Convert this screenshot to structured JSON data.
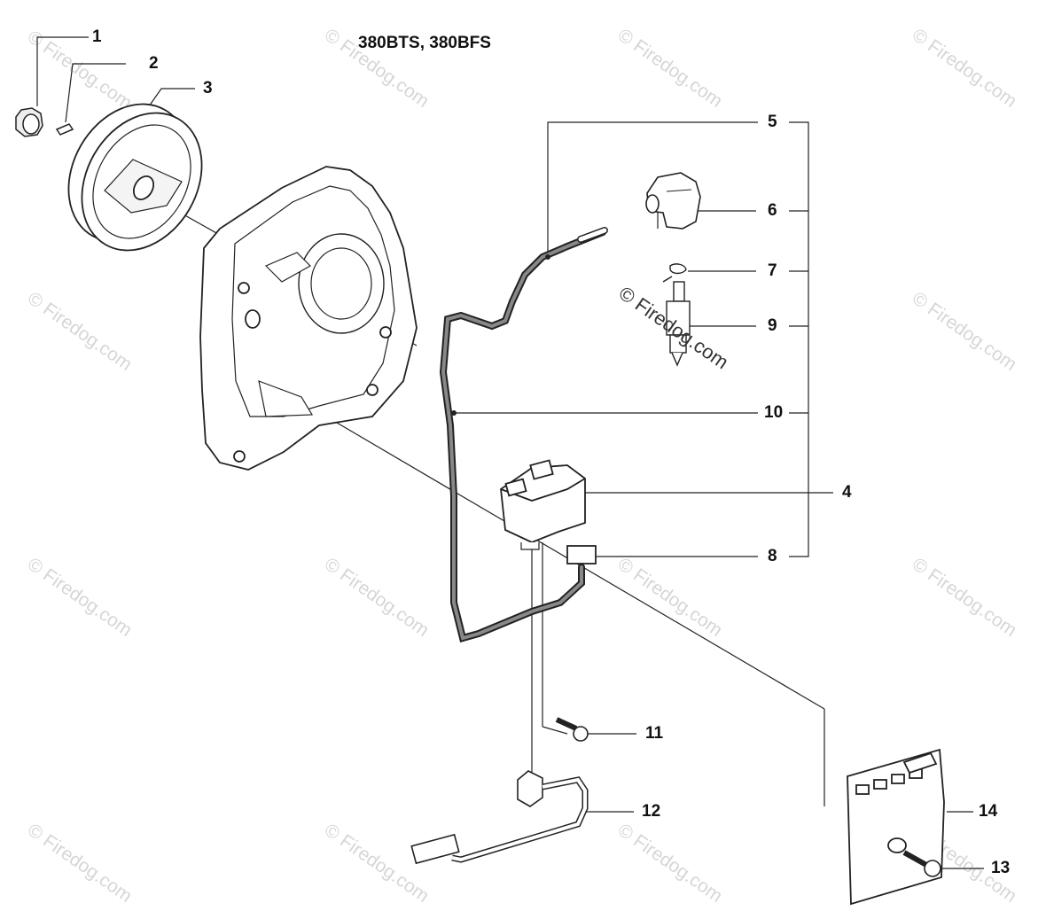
{
  "diagram": {
    "title": "380BTS, 380BFS",
    "watermark": "© Firedog.com",
    "callouts": [
      {
        "id": "1",
        "text": "1"
      },
      {
        "id": "2",
        "text": "2"
      },
      {
        "id": "3",
        "text": "3"
      },
      {
        "id": "5",
        "text": "5"
      },
      {
        "id": "6",
        "text": "6"
      },
      {
        "id": "7",
        "text": "7"
      },
      {
        "id": "9",
        "text": "9"
      },
      {
        "id": "10",
        "text": "10"
      },
      {
        "id": "4",
        "text": "4"
      },
      {
        "id": "8",
        "text": "8"
      },
      {
        "id": "11",
        "text": "11"
      },
      {
        "id": "12",
        "text": "12"
      },
      {
        "id": "14",
        "text": "14"
      },
      {
        "id": "13",
        "text": "13"
      }
    ]
  }
}
